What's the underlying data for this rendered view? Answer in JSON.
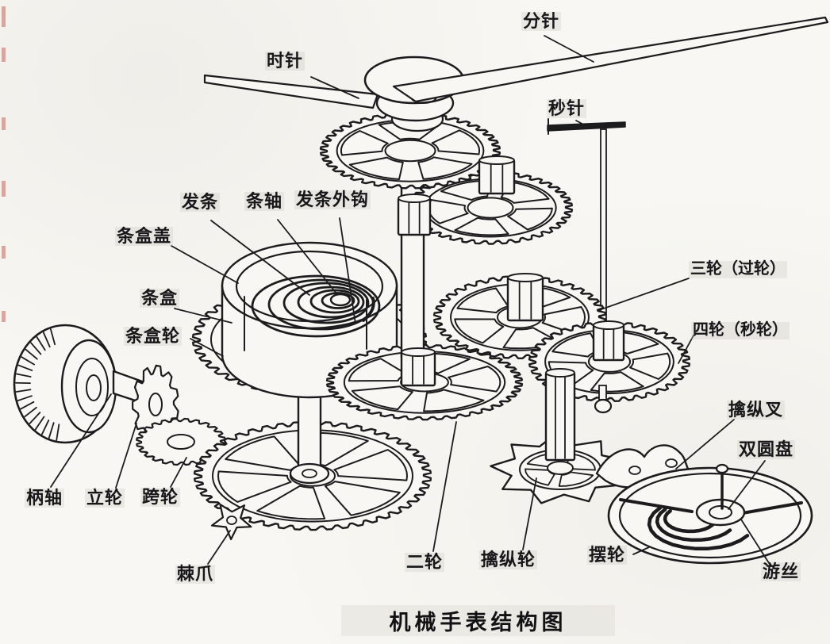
{
  "diagram": {
    "title": "机械手表结构图",
    "labels": [
      {
        "id": "minute-hand",
        "text": "分针"
      },
      {
        "id": "hour-hand",
        "text": "时针"
      },
      {
        "id": "second-hand",
        "text": "秒针"
      },
      {
        "id": "mainspring",
        "text": "发条"
      },
      {
        "id": "barrel-arbor",
        "text": "条轴"
      },
      {
        "id": "mainspring-outer-hook",
        "text": "发条外钩"
      },
      {
        "id": "barrel-cover",
        "text": "条盒盖"
      },
      {
        "id": "barrel",
        "text": "条盒"
      },
      {
        "id": "barrel-wheel",
        "text": "条盒轮"
      },
      {
        "id": "third-wheel",
        "text": "三轮（过轮）"
      },
      {
        "id": "fourth-wheel",
        "text": "四轮（秒轮）"
      },
      {
        "id": "pallet-fork",
        "text": "擒纵叉"
      },
      {
        "id": "double-roller",
        "text": "双圆盘"
      },
      {
        "id": "balance-wheel",
        "text": "摆轮"
      },
      {
        "id": "hairspring",
        "text": "游丝"
      },
      {
        "id": "center-wheel",
        "text": "二轮"
      },
      {
        "id": "escape-wheel",
        "text": "擒纵轮"
      },
      {
        "id": "click-pawl",
        "text": "棘爪"
      },
      {
        "id": "winding-stem",
        "text": "柄轴"
      },
      {
        "id": "winding-pinion",
        "text": "立轮"
      },
      {
        "id": "crossing-wheel",
        "text": "跨轮"
      }
    ],
    "ink_color": "#1c1c1e",
    "paper_color": "#f8f7f3"
  }
}
